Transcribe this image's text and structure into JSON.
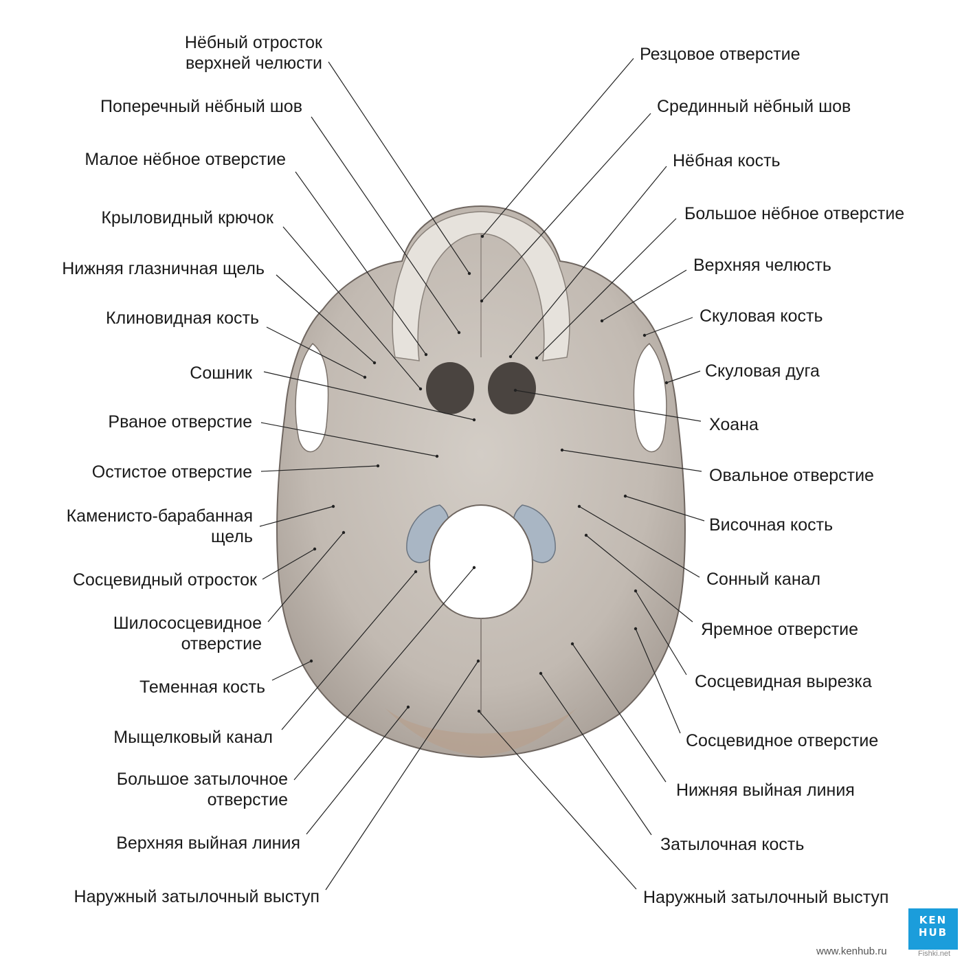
{
  "labels_left": [
    {
      "key": "palatine_process",
      "text": "Нёбный отросток\nверхней челюсти"
    },
    {
      "key": "transverse_palatine_suture",
      "text": "Поперечный нёбный шов"
    },
    {
      "key": "lesser_palatine_foramen",
      "text": "Малое нёбное отверстие"
    },
    {
      "key": "pterygoid_hamulus",
      "text": "Крыловидный крючок"
    },
    {
      "key": "inferior_orbital_fissure",
      "text": "Нижняя глазничная щель"
    },
    {
      "key": "sphenoid_bone",
      "text": "Клиновидная кость"
    },
    {
      "key": "vomer",
      "text": "Сошник"
    },
    {
      "key": "foramen_lacerum",
      "text": "Рваное отверстие"
    },
    {
      "key": "foramen_spinosum",
      "text": "Остистое отверстие"
    },
    {
      "key": "petrotympanic_fissure",
      "text": "Каменисто-барабанная\nщель"
    },
    {
      "key": "mastoid_process",
      "text": "Сосцевидный отросток"
    },
    {
      "key": "stylomastoid_foramen",
      "text": "Шилососцевидное\nотверстие"
    },
    {
      "key": "parietal_bone",
      "text": "Теменная кость"
    },
    {
      "key": "condylar_canal",
      "text": "Мыщелковый канал"
    },
    {
      "key": "foramen_magnum",
      "text": "Большое затылочное\nотверстие"
    },
    {
      "key": "superior_nuchal_line",
      "text": "Верхняя выйная линия"
    },
    {
      "key": "external_occipital_protuberance_l",
      "text": "Наружный затылочный выступ"
    }
  ],
  "labels_right": [
    {
      "key": "incisive_foramen",
      "text": "Резцовое отверстие"
    },
    {
      "key": "median_palatine_suture",
      "text": "Срединный нёбный шов"
    },
    {
      "key": "palatine_bone",
      "text": "Нёбная кость"
    },
    {
      "key": "greater_palatine_foramen",
      "text": "Большое нёбное отверстие"
    },
    {
      "key": "maxilla",
      "text": "Верхняя челюсть"
    },
    {
      "key": "zygomatic_bone",
      "text": "Скуловая кость"
    },
    {
      "key": "zygomatic_arch",
      "text": "Скуловая дуга"
    },
    {
      "key": "choana",
      "text": "Хоана"
    },
    {
      "key": "foramen_ovale",
      "text": "Овальное отверстие"
    },
    {
      "key": "temporal_bone",
      "text": "Височная кость"
    },
    {
      "key": "carotid_canal",
      "text": "Сонный канал"
    },
    {
      "key": "jugular_foramen",
      "text": "Яремное отверстие"
    },
    {
      "key": "mastoid_notch",
      "text": "Сосцевидная вырезка"
    },
    {
      "key": "mastoid_foramen",
      "text": "Сосцевидное отверстие"
    },
    {
      "key": "inferior_nuchal_line",
      "text": "Нижняя выйная линия"
    },
    {
      "key": "occipital_bone",
      "text": "Затылочная кость"
    },
    {
      "key": "external_occipital_protuberance_r",
      "text": "Наружный затылочный выступ"
    }
  ],
  "branding": {
    "logo_line1": "KEN",
    "logo_line2": "HUB",
    "site": "www.kenhub.ru",
    "watermark": "Fishki.net"
  },
  "colors": {
    "bone": "#c9c2bb",
    "bone_dark": "#8f8680",
    "condyle": "#a9b6c4",
    "leader": "#222222",
    "brand": "#1b9ddb"
  }
}
